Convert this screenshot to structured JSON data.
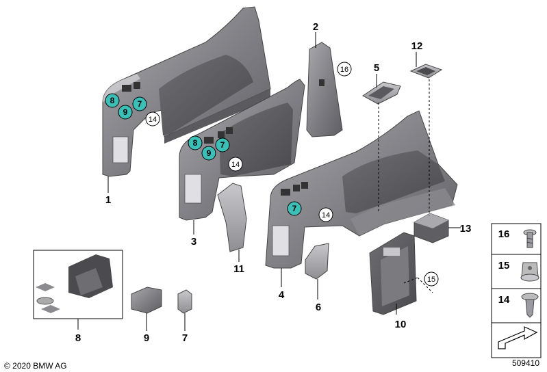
{
  "parts": [
    {
      "num": "1"
    },
    {
      "num": "2"
    },
    {
      "num": "3"
    },
    {
      "num": "4"
    },
    {
      "num": "5"
    },
    {
      "num": "6"
    },
    {
      "num": "7"
    },
    {
      "num": "8"
    },
    {
      "num": "9"
    },
    {
      "num": "10"
    },
    {
      "num": "11"
    },
    {
      "num": "12"
    },
    {
      "num": "13"
    }
  ],
  "callouts": {
    "circle_14": "14",
    "circle_15": "15",
    "circle_16": "16",
    "teal_7": "7",
    "teal_8": "8",
    "teal_9": "9"
  },
  "legend": [
    {
      "num": "16"
    },
    {
      "num": "15"
    },
    {
      "num": "14"
    }
  ],
  "colors": {
    "teal": "#3bbfb7",
    "panel_dark": "#6e6e72",
    "panel_mid": "#8a8a8f",
    "panel_light": "#a9a9ae"
  },
  "footer": {
    "copyright": "© 2020 BMW AG",
    "diagram_id": "509410"
  }
}
